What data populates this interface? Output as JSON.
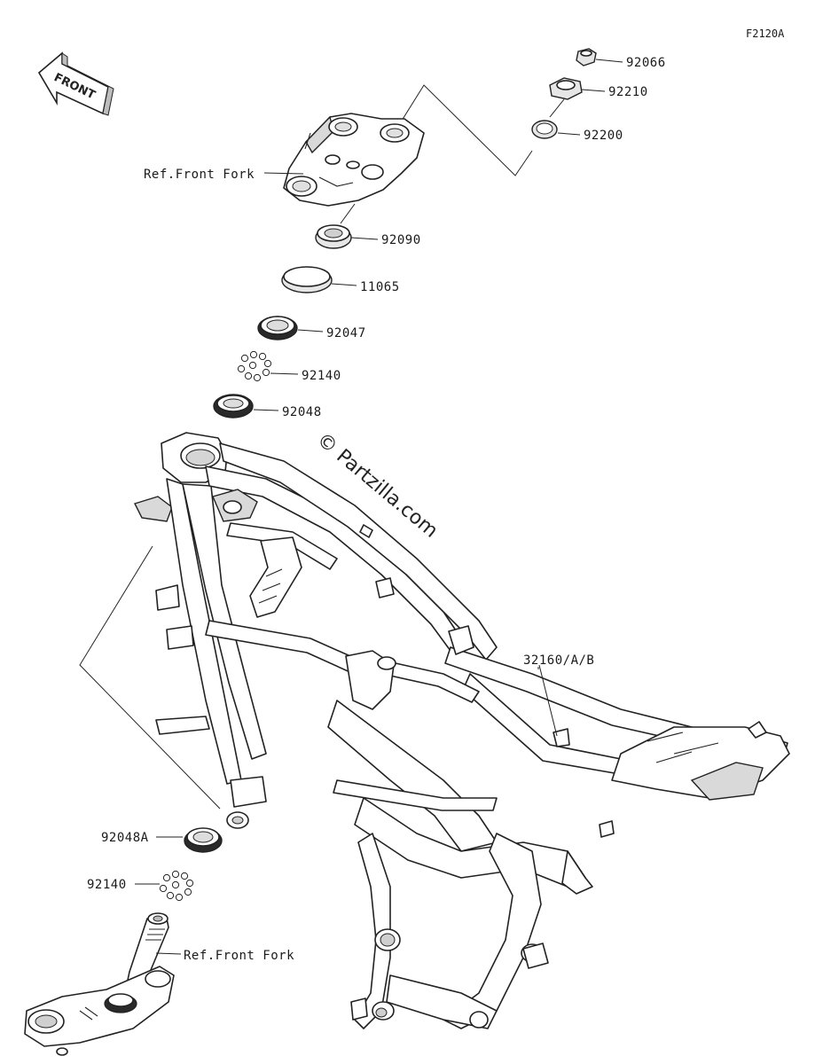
{
  "diagram_code": "F2120A",
  "front_arrow": {
    "label": "FRONT"
  },
  "watermark": "© Partzilla.com",
  "callouts": [
    {
      "id": "92066",
      "label": "92066"
    },
    {
      "id": "92210",
      "label": "92210"
    },
    {
      "id": "92200",
      "label": "92200"
    },
    {
      "id": "ref-front-fork-upper",
      "label": "Ref.Front Fork"
    },
    {
      "id": "92090",
      "label": "92090"
    },
    {
      "id": "11065",
      "label": "11065"
    },
    {
      "id": "92047",
      "label": "92047"
    },
    {
      "id": "92140-upper",
      "label": "92140"
    },
    {
      "id": "92048",
      "label": "92048"
    },
    {
      "id": "32160",
      "label": "32160/A/B"
    },
    {
      "id": "92048A",
      "label": "92048A"
    },
    {
      "id": "92140-lower",
      "label": "92140"
    },
    {
      "id": "ref-front-fork-lower",
      "label": "Ref.Front Fork"
    }
  ]
}
